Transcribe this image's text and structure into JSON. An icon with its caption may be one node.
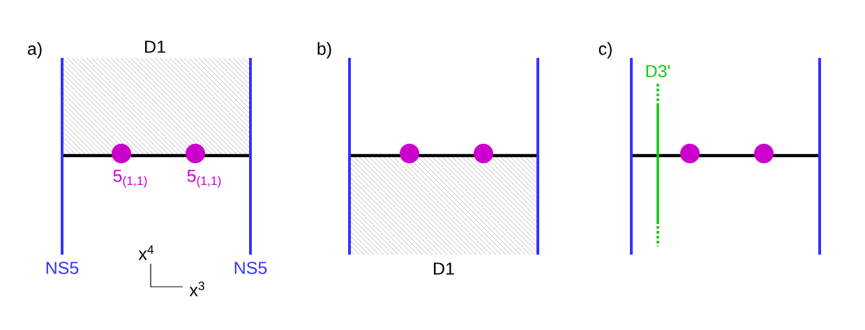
{
  "diagram": {
    "labels": [
      "a)",
      "D1",
      "b)",
      "c)",
      "D3'",
      "5$_{(1,1)}$",
      "5$_{(1,1)}$",
      "x$^{4}$",
      "NS5",
      "NS5",
      "D1",
      "x$^{3}$"
    ]
  }
}
